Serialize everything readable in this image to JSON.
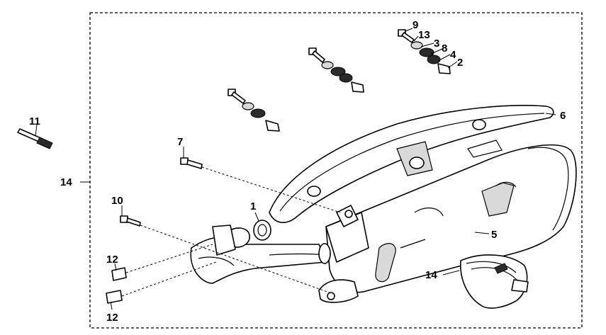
{
  "diagram": {
    "callouts": {
      "c1": "1",
      "c2": "2",
      "c3": "3",
      "c4": "4",
      "c5": "5",
      "c6": "6",
      "c7": "7",
      "c8": "8",
      "c9": "9",
      "c10": "10",
      "c11": "11",
      "c12a": "12",
      "c12b": "12",
      "c13": "13",
      "c14a": "14",
      "c14b": "14"
    }
  }
}
